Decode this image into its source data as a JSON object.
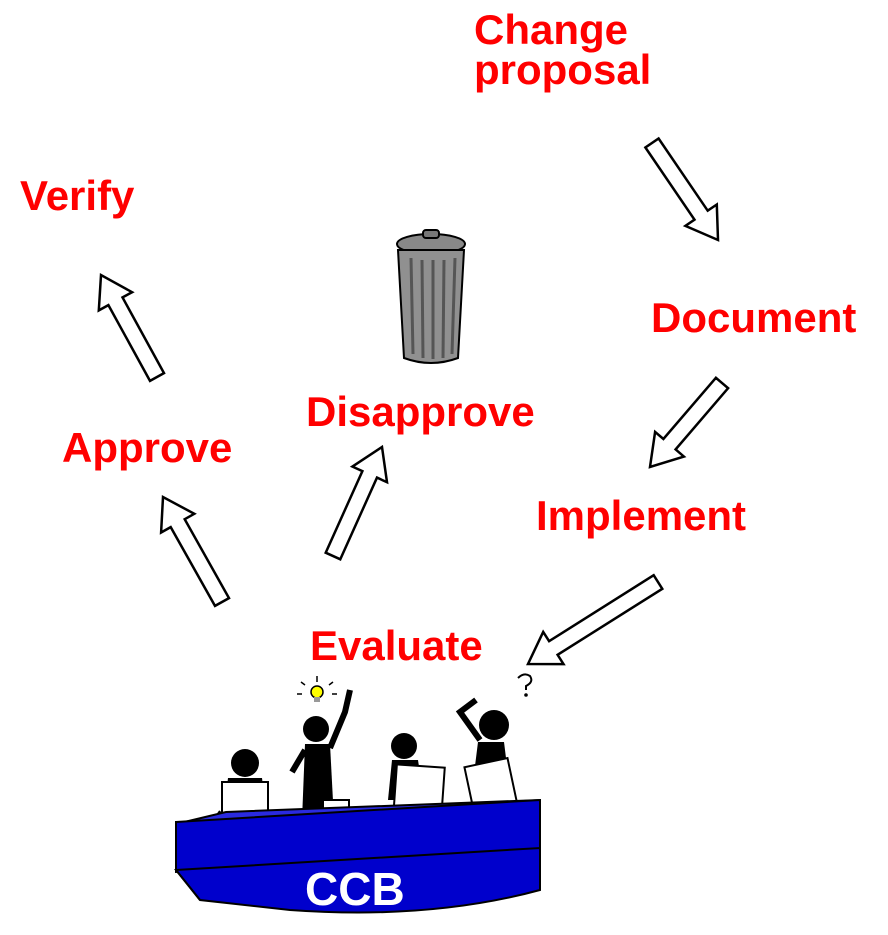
{
  "diagram": {
    "label_color": "#ff0000",
    "arrow_fill": "#ffffff",
    "arrow_stroke": "#000000",
    "steps": {
      "change_proposal": [
        "Change",
        "proposal"
      ],
      "document": "Document",
      "implement": "Implement",
      "evaluate": "Evaluate",
      "approve": "Approve",
      "disapprove": "Disapprove",
      "verify": "Verify"
    },
    "board": {
      "label": "CCB",
      "color": "#0000cc",
      "label_color": "#ffffff"
    },
    "icons": {
      "trash": "trash-can-icon",
      "bulb": "light-bulb-icon",
      "question": "question-mark-icon"
    }
  }
}
